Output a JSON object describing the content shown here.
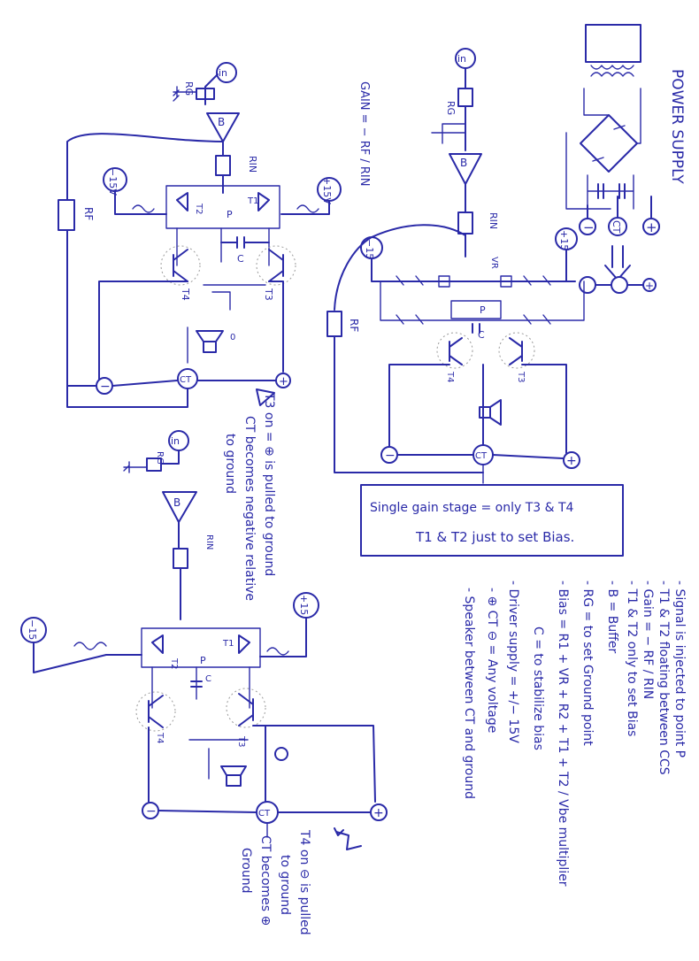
{
  "colors": {
    "ink": "#2a2aa8",
    "paper": "#ffffff",
    "glow": "#9a9a9a"
  },
  "power_supply": {
    "title": "POWER SUPPLY",
    "terminals": [
      "+",
      "CT",
      "−"
    ],
    "to_ground_terminal": "+"
  },
  "circuit_top_left": {
    "label_input": "in",
    "label_rg": "RG",
    "label_buffer": "B",
    "label_rin": "RIN",
    "label_rf": "RF",
    "label_c": "C",
    "label_p": "P",
    "supply_neg": "−15V",
    "supply_pos": "+15V",
    "t1": "T1",
    "t2": "T2",
    "t3": "T3",
    "t4": "T4",
    "out_minus": "−",
    "out_ct": "CT",
    "out_plus": "+",
    "speaker_sign": "0",
    "note_lines": [
      "T3 on = ⊕ is pulled to ground",
      "CT becomes negative relative",
      "to ground"
    ]
  },
  "circuit_top_right": {
    "gain_formula": "GAIN = − RF / RIN",
    "label_input": "in",
    "label_rg": "RG",
    "label_buffer": "B",
    "label_rin": "RIN",
    "label_rf": "RF",
    "label_vr": "VR",
    "label_c": "C",
    "label_p": "P",
    "supply_neg": "−15",
    "supply_pos": "+15",
    "t3": "T3",
    "t4": "T4",
    "out_minus": "−",
    "out_ct": "CT",
    "out_plus": "+"
  },
  "boxed_note": {
    "line1": "Single gain stage = only T3 & T4",
    "line2": "T1 & T2 just to set Bias."
  },
  "circuit_bottom": {
    "label_input": "in",
    "label_rg": "RG",
    "label_buffer": "B",
    "label_rin": "RIN",
    "label_c": "C",
    "label_p": "P",
    "supply_neg": "−15",
    "supply_pos": "+15",
    "t1": "T1",
    "t2": "T2",
    "t3": "T3",
    "t4": "T4",
    "out_minus": "−",
    "out_ct": "CT",
    "out_plus": "+",
    "note_lines": [
      "T4 on ⊖ is pulled",
      "to ground",
      "CT becomes ⊕",
      "Ground"
    ]
  },
  "notes": [
    "- Signal is injected to point P",
    "- T1 & T2 floating between CCS",
    "- Gain = − RF / RIN",
    "- T1 & T2 only to set Bias",
    "- B = Buffer",
    "- RG = to set Ground point",
    "- Bias = R1 + VR + R2 + T1 + T2 / Vbe multiplier",
    "C = to stabilize bias",
    "- Driver supply = +/− 15V",
    "- ⊕ CT ⊖ = Any voltage",
    "- Speaker between CT and ground"
  ]
}
